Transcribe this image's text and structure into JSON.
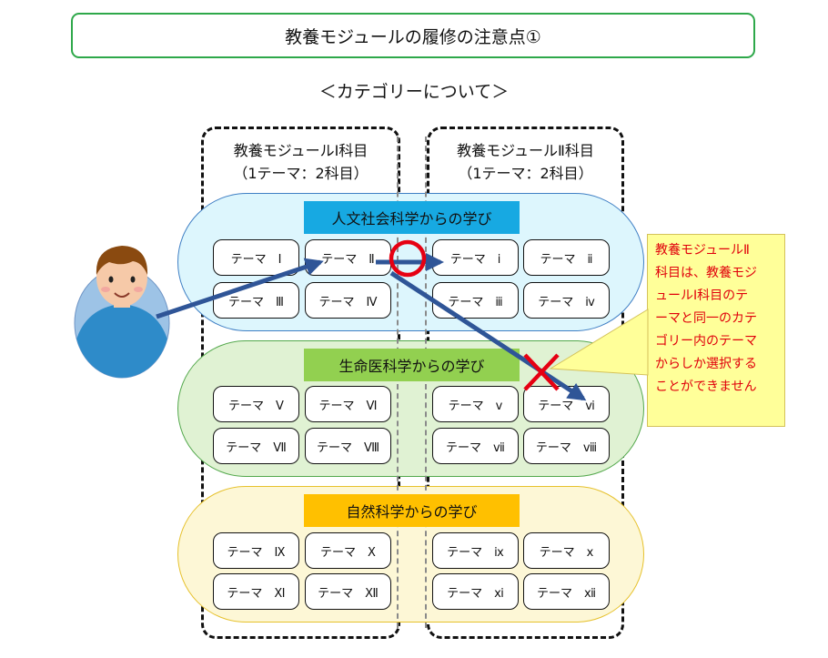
{
  "title": "教養モジュールの履修の注意点①",
  "subtitle": "＜カテゴリーについて＞",
  "modules": [
    {
      "name": "教養モジュールⅠ科目",
      "rule": "（1テーマ：2科目）"
    },
    {
      "name": "教養モジュールⅡ科目",
      "rule": "（1テーマ：2科目）"
    }
  ],
  "categories": [
    {
      "label": "人文社会科学からの学び",
      "color": "#17a9e2",
      "module1_themes": [
        "テーマ　Ⅰ",
        "テーマ　Ⅱ",
        "テーマ　Ⅲ",
        "テーマ　Ⅳ"
      ],
      "module2_themes": [
        "テーマ　ⅰ",
        "テーマ　ⅱ",
        "テーマ　ⅲ",
        "テーマ　ⅳ"
      ]
    },
    {
      "label": "生命医科学からの学び",
      "color": "#92d050",
      "module1_themes": [
        "テーマ　Ⅴ",
        "テーマ　Ⅵ",
        "テーマ　Ⅶ",
        "テーマ　Ⅷ"
      ],
      "module2_themes": [
        "テーマ　ⅴ",
        "テーマ　ⅵ",
        "テーマ　ⅶ",
        "テーマ　ⅷ"
      ]
    },
    {
      "label": "自然科学からの学び",
      "color": "#ffc000",
      "module1_themes": [
        "テーマ　Ⅸ",
        "テーマ　Ⅹ",
        "テーマ　Ⅺ",
        "テーマ　Ⅻ"
      ],
      "module2_themes": [
        "テーマ　ⅸ",
        "テーマ　ⅹ",
        "テーマ　ⅺ",
        "テーマ　ⅻ"
      ]
    }
  ],
  "callout": {
    "text": "教養モジュールⅡ\n科目は、教養モジ\nュールⅠ科目のテ\nーマと同一のカテ\nゴリー内のテーマ\nからしか選択する\nことができません"
  },
  "icons": {
    "student": "student-avatar-icon",
    "allowed": "circle-ok-icon",
    "forbidden": "cross-ng-icon"
  },
  "colors": {
    "arrow": "#2f5597",
    "ok": "#e60012",
    "ng": "#e60012",
    "title_border": "#2ea84a"
  }
}
